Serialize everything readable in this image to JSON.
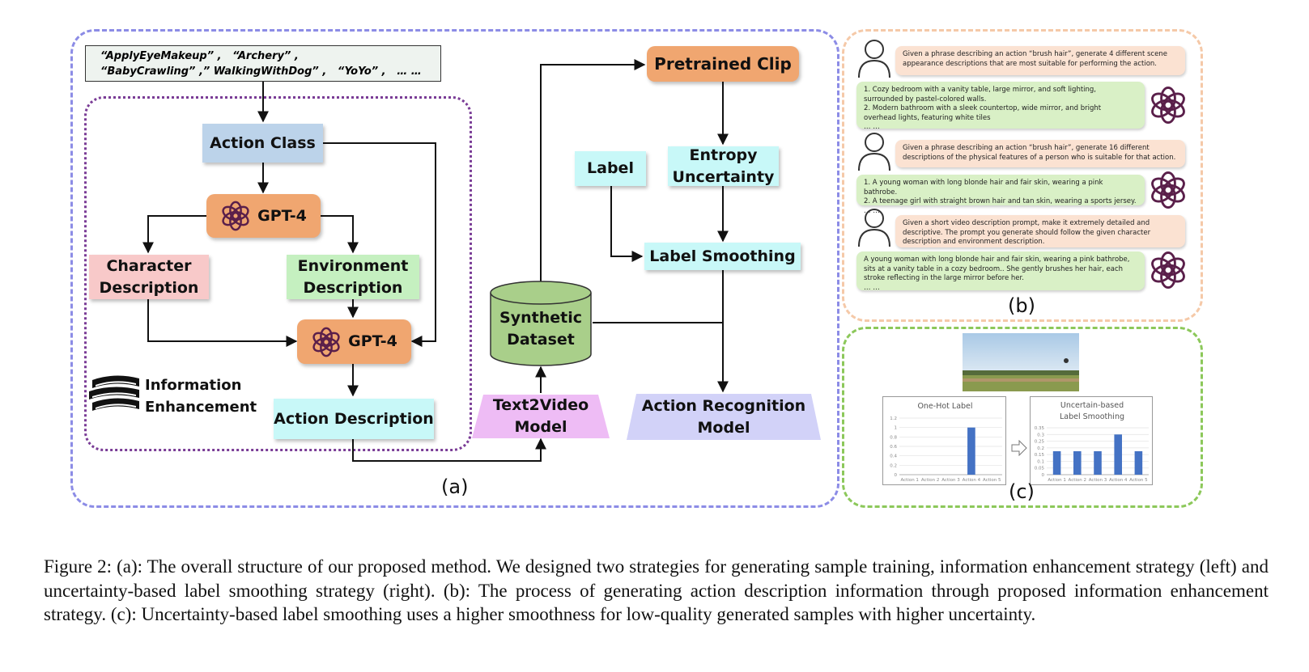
{
  "panel_a": {
    "class_list_line1": "“ApplyEyeMakeup” ,   “Archery” ,",
    "class_list_line2": "“BabyCrawling” ,” WalkingWithDog” ,   “YoYo” ,   … …",
    "action_class": "Action Class",
    "gpt4_top": "GPT-4",
    "character_description": "Character\nDescription",
    "environment_description": "Environment\nDescription",
    "gpt4_bottom": "GPT-4",
    "information_enhancement": "Information\nEnhancement",
    "action_description": "Action Description",
    "text2video_model": "Text2Video\nModel",
    "synthetic_dataset": "Synthetic\nDataset",
    "pretrained_clip": "Pretrained Clip",
    "entropy_uncertainty": "Entropy\nUncertainty",
    "label": "Label",
    "label_smoothing": "Label Smoothing",
    "action_recognition_model": "Action Recognition\nModel",
    "tag": "(a)"
  },
  "panel_b": {
    "tag": "(b)",
    "messages": [
      {
        "role": "user",
        "text": "Given a phrase describing an action “brush hair”, generate 4 different scene\nappearance descriptions that are most suitable for performing the action."
      },
      {
        "role": "gpt",
        "text": "1. Cozy bedroom with a vanity table, large mirror, and soft lighting,\nsurrounded by pastel-colored walls.\n2. Modern bathroom with a sleek countertop, wide mirror, and bright\noverhead lights, featuring white tiles\n… …"
      },
      {
        "role": "user",
        "text": "Given a phrase describing an action “brush hair”, generate 16 different\ndescriptions of the physical features of a person who is suitable for that action."
      },
      {
        "role": "gpt",
        "text": "1. A young woman with long blonde hair and fair skin, wearing a pink bathrobe.\n2. A teenage girl with straight brown hair and tan skin, wearing a sports jersey.\n… …"
      },
      {
        "role": "user",
        "text": "Given a short video description prompt, make it extremely detailed and\ndescriptive. The prompt you generate should follow the given character\ndescription and environment description."
      },
      {
        "role": "gpt",
        "text": "A young woman with long blonde hair and fair skin, wearing a pink bathrobe,\nsits at a vanity table in a cozy bedroom.. She gently brushes her hair, each\nstroke reflecting in the large mirror before her.\n… …"
      }
    ]
  },
  "panel_c": {
    "tag": "(c)",
    "chart_data": [
      {
        "type": "bar",
        "title": "One-Hot Label",
        "categories": [
          "Action 1",
          "Action 2",
          "Action 3",
          "Action 4",
          "Action 5"
        ],
        "values": [
          0,
          0,
          0,
          1,
          0
        ],
        "ylim": [
          0,
          1.2
        ],
        "yticks": [
          "0",
          "0.2",
          "0.4",
          "0.6",
          "0.8",
          "1",
          "1.2"
        ],
        "bar_color": "#4472c4"
      },
      {
        "type": "bar",
        "title": "Uncertain-based\nLabel Smoothing",
        "categories": [
          "Action 1",
          "Action 2",
          "Action 3",
          "Action 4",
          "Action 5"
        ],
        "values": [
          0.175,
          0.175,
          0.175,
          0.3,
          0.175
        ],
        "ylim": [
          0,
          0.35
        ],
        "yticks": [
          "0",
          "0.05",
          "0.1",
          "0.15",
          "0.2",
          "0.25",
          "0.3",
          "0.35"
        ],
        "bar_color": "#4472c4"
      }
    ]
  },
  "caption": "Figure 2: (a): The overall structure of our proposed method. We designed two strategies for generating sample training, information enhancement strategy (left) and uncertainty-based label smoothing strategy (right). (b): The process of generating action description information through proposed information enhancement strategy. (c): Uncertainty-based label smoothing uses a higher smoothness for low-quality generated samples with higher uncertainty.",
  "colors": {
    "region_a": "#8c8ce6",
    "region_b": "#f5c9a8",
    "region_c": "#8cc85a",
    "inner_dotted": "#7a3c96",
    "openai_logo": "#5a1f4a"
  }
}
